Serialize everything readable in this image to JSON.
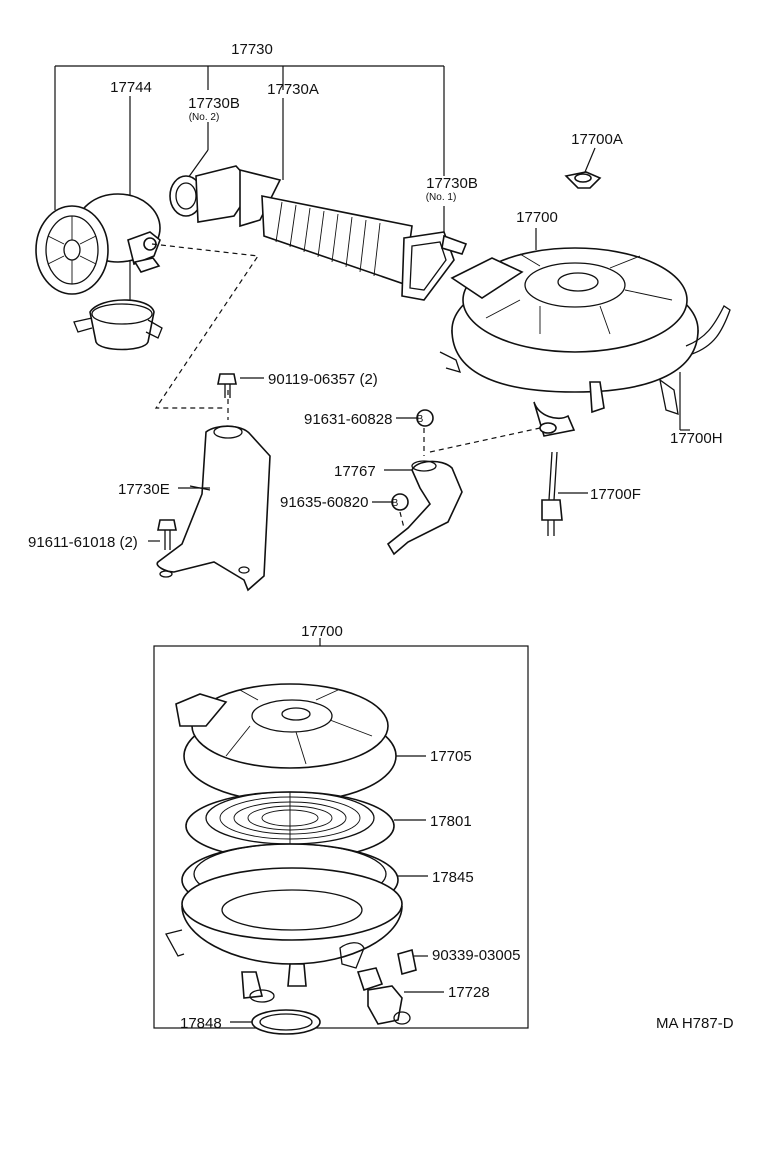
{
  "labels": {
    "assembly": "17730",
    "cap": "17744",
    "hose_no2": "17730B",
    "hose_no2_sub": "(No. 2)",
    "hose": "17730A",
    "wing_nut": "17700A",
    "hose_no1": "17730B",
    "hose_no1_sub": "(No. 1)",
    "cleaner_top": "17700",
    "bolt_a": "90119-06357 (2)",
    "bolt_b": "91631-60828",
    "bracket_a": "17730E",
    "bracket_b": "17767",
    "stud": "17700F",
    "bolt_c": "91635-60820",
    "tube": "17700H",
    "bolt_d": "91611-61018 (2)",
    "cleaner_box": "17700",
    "cap_sub": "17705",
    "element": "17801",
    "gasket": "17845",
    "pin": "90339-03005",
    "valve": "17728",
    "gasket_b": "17848",
    "code": "MA H787-D",
    "badge": "B"
  }
}
